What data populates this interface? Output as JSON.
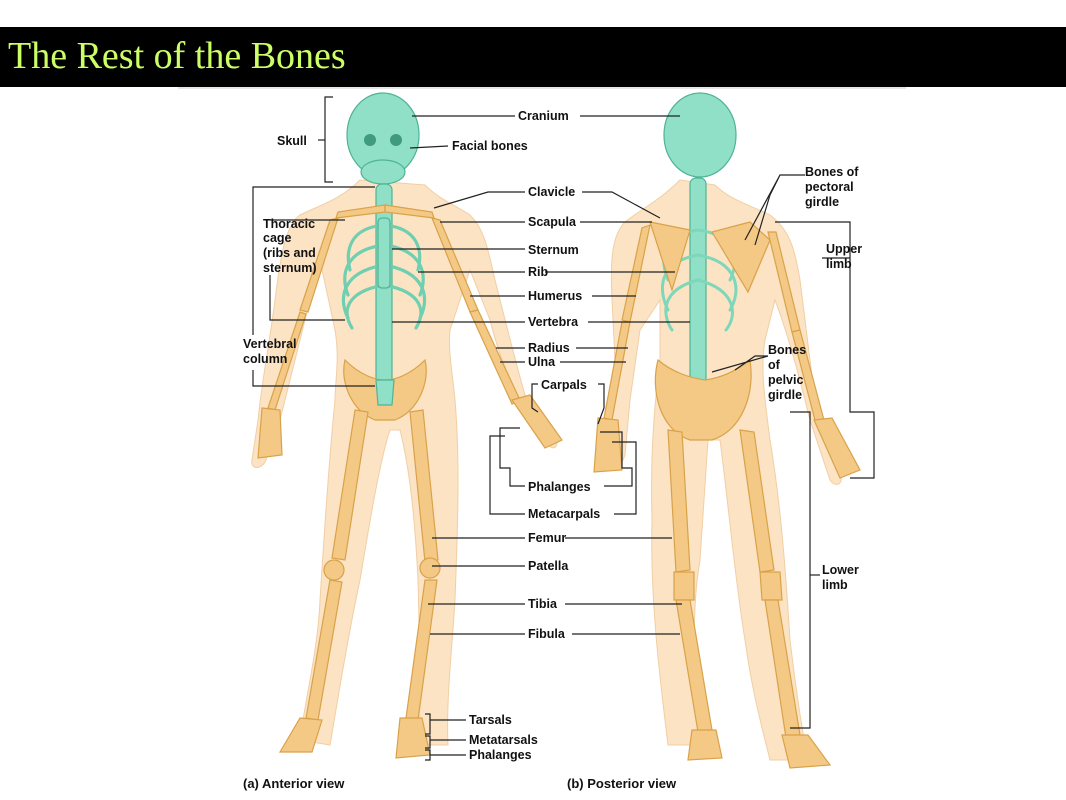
{
  "slide": {
    "title": "The Rest of the Bones",
    "colors": {
      "title_bar": "#000000",
      "title_text": "#ccff66",
      "appendicular": "#f3c985",
      "axial": "#8fe0c6",
      "skin": "#fbe3c4"
    }
  },
  "figure": {
    "left_labels": {
      "skull": "Skull",
      "thoracic_1": "Thoracic",
      "thoracic_2": "cage",
      "thoracic_3": "(ribs and",
      "thoracic_4": "sternum)",
      "vertebral_1": "Vertebral",
      "vertebral_2": "column"
    },
    "center_labels": {
      "cranium": "Cranium",
      "facial_bones": "Facial bones",
      "clavicle": "Clavicle",
      "scapula": "Scapula",
      "sternum": "Sternum",
      "rib": "Rib",
      "humerus": "Humerus",
      "vertebra": "Vertebra",
      "radius": "Radius",
      "ulna": "Ulna",
      "carpals": "Carpals",
      "phalanges_hand": "Phalanges",
      "metacarpals": "Metacarpals",
      "femur": "Femur",
      "patella": "Patella",
      "tibia": "Tibia",
      "fibula": "Fibula",
      "tarsals": "Tarsals",
      "metatarsals": "Metatarsals",
      "phalanges_foot": "Phalanges"
    },
    "right_labels": {
      "pectoral_1": "Bones of",
      "pectoral_2": "pectoral",
      "pectoral_3": "girdle",
      "upper_1": "Upper",
      "upper_2": "limb",
      "pelvic_1": "Bones",
      "pelvic_2": "of",
      "pelvic_3": "pelvic",
      "pelvic_4": "girdle",
      "lower_1": "Lower",
      "lower_2": "limb"
    },
    "captions": {
      "anterior": "(a) Anterior view",
      "posterior": "(b) Posterior view"
    }
  }
}
